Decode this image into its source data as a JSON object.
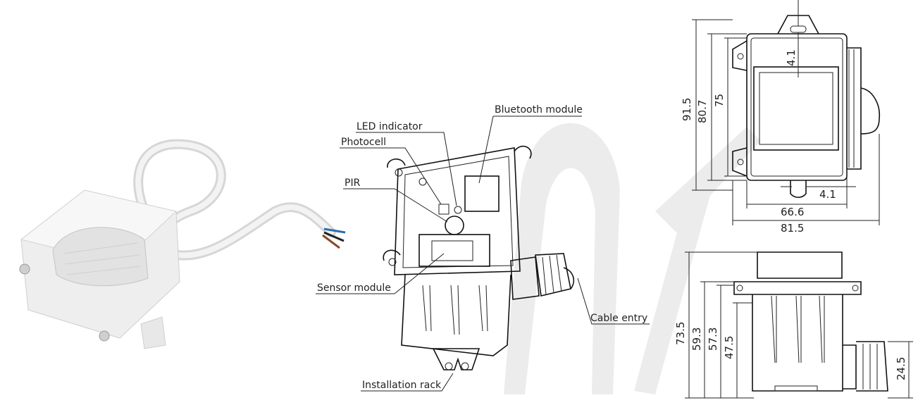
{
  "exploded_view": {
    "labels": {
      "bluetooth_module": "Bluetooth module",
      "led_indicator": "LED indicator",
      "photocell": "Photocell",
      "pir": "PIR",
      "sensor_module": "Sensor module",
      "cable_entry": "Cable entry",
      "installation_rack": "Installation rack"
    }
  },
  "front_view": {
    "dimensions": {
      "overall_height": "91.5",
      "body_height": "80.7",
      "inner_height": "75",
      "hole": "4.1",
      "slot": "4.1",
      "inner_width": "66.6",
      "overall_width": "81.5"
    }
  },
  "side_view": {
    "dimensions": {
      "overall_height": "73.5",
      "height_1": "59.3",
      "height_2": "57.3",
      "height_3": "47.5",
      "gland_height": "24.5"
    }
  }
}
